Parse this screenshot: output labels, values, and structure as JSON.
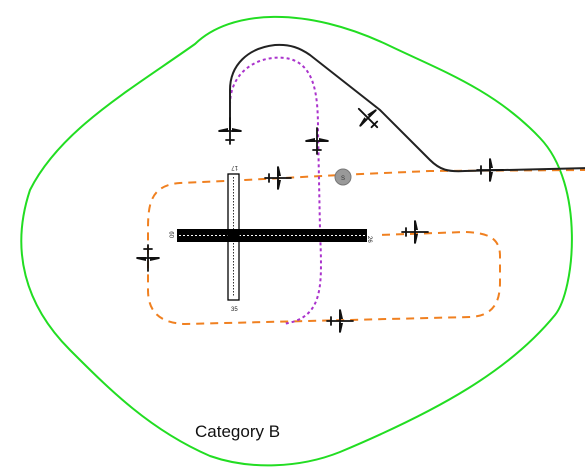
{
  "category_label": "Category B",
  "runways": {
    "east_west": {
      "west_end": "09",
      "east_end": "26"
    },
    "north_south": {
      "north_end": "17",
      "south_end": "35"
    }
  },
  "wind_indicator_label": "S",
  "colors": {
    "protected_area": "#22dd22",
    "circuit_path": "#f08020",
    "alternate_path": "#aa33cc",
    "approach_path": "#222222",
    "runway_active": "#000000",
    "runway_closed": "#ffffff",
    "wind_indicator": "#999999"
  },
  "icons": {
    "aircraft": "aircraft-icon",
    "wind": "wind-indicator-icon"
  }
}
